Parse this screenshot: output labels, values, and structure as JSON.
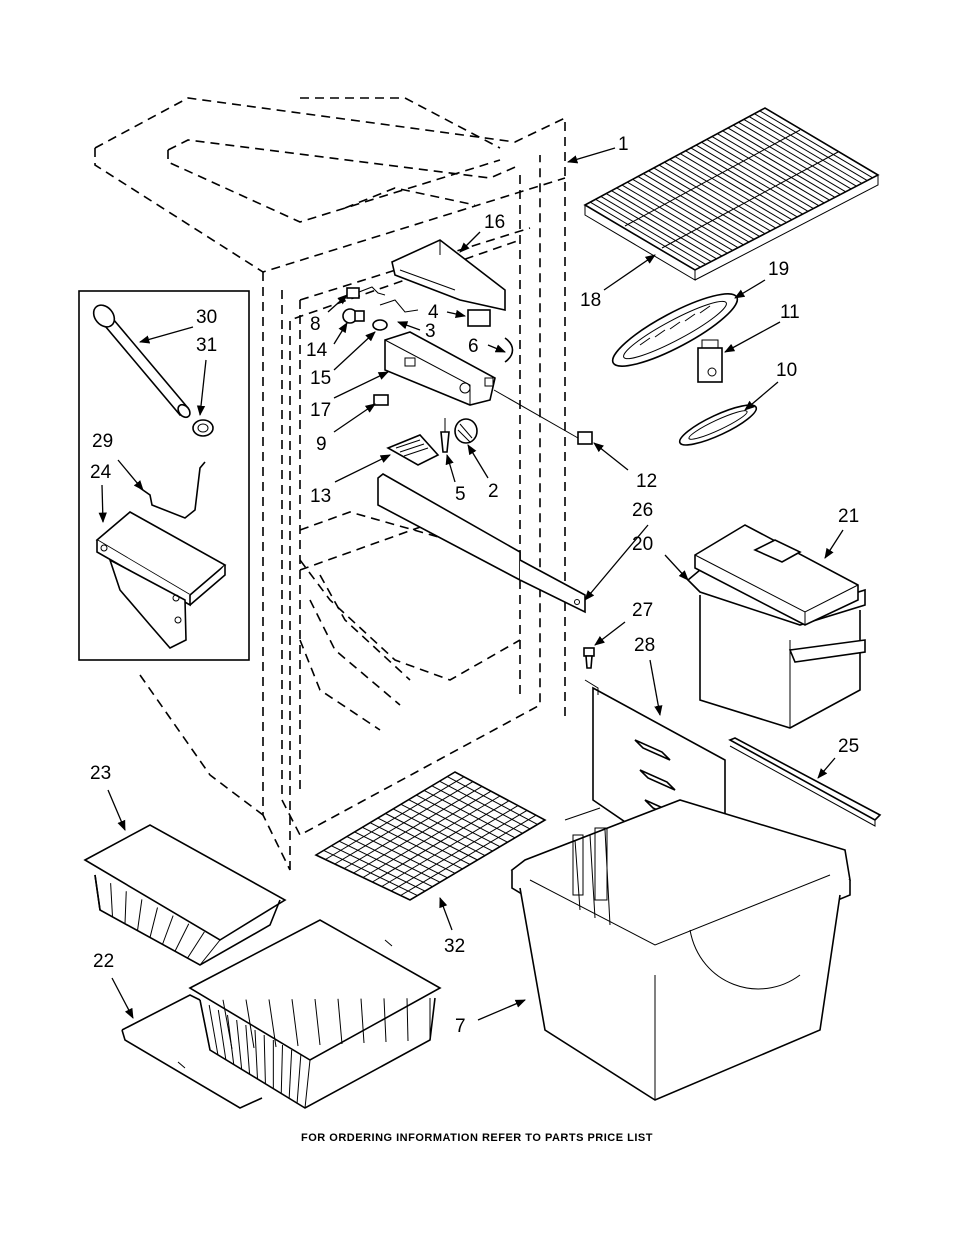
{
  "callouts": {
    "p1": "1",
    "p2": "2",
    "p3": "3",
    "p4": "4",
    "p5": "5",
    "p6": "6",
    "p7": "7",
    "p8": "8",
    "p9": "9",
    "p10": "10",
    "p11": "11",
    "p12": "12",
    "p13": "13",
    "p14": "14",
    "p15": "15",
    "p16": "16",
    "p17": "17",
    "p18": "18",
    "p19": "19",
    "p20": "20",
    "p21": "21",
    "p22": "22",
    "p23": "23",
    "p24": "24",
    "p25": "25",
    "p26": "26",
    "p27": "27",
    "p28": "28",
    "p29": "29",
    "p30": "30",
    "p31": "31",
    "p32": "32"
  },
  "footer": "FOR ORDERING INFORMATION REFER TO PARTS PRICE LIST"
}
